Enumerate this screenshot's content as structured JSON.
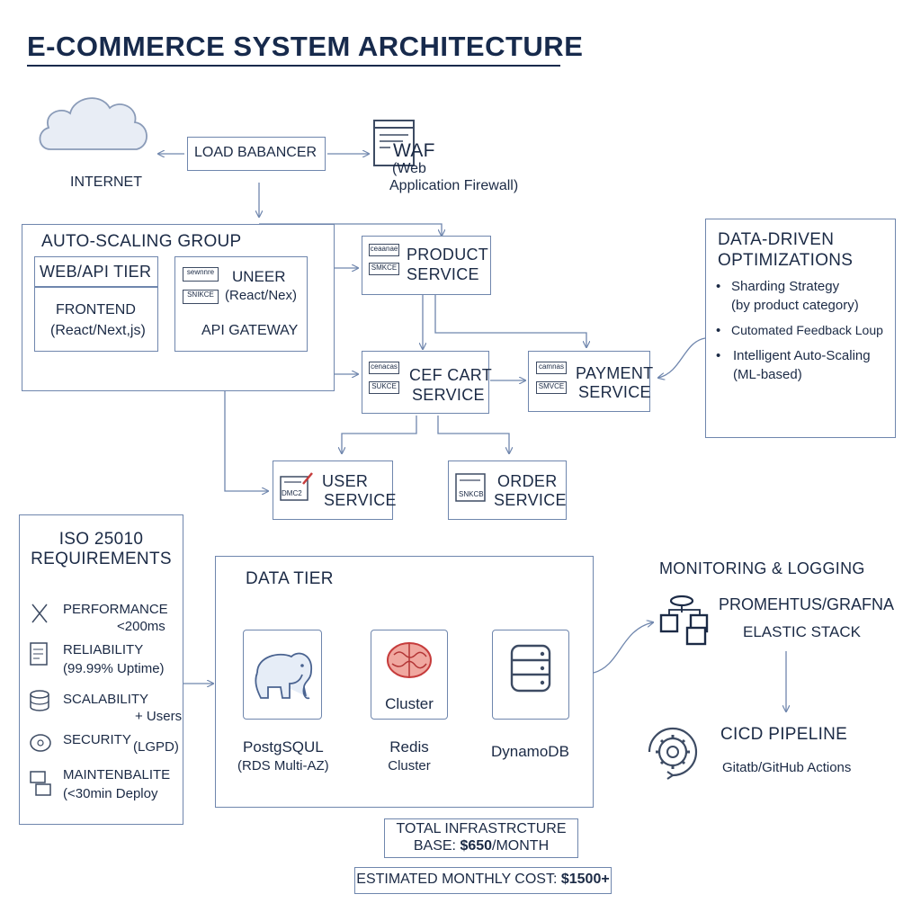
{
  "title": "E-COMMERCE SYSTEM ARCHITECTURE",
  "internet": "INTERNET",
  "load_balancer": "LOAD BABANCER",
  "waf": {
    "title": "WAF",
    "line1": "(Web",
    "line2": "Application Firewall)"
  },
  "asg": {
    "label": "AUTO-SCALING GROUP"
  },
  "web_tier": {
    "title": "WEB/API TIER",
    "frontend": "FRONTEND",
    "frontend_sub": "(React/Next,js)"
  },
  "api_gateway": {
    "line1": "UNEER",
    "line2": "(React/Nex)",
    "line3": "API GATEWAY",
    "icon_top": "sewnnre",
    "icon_bottom": "SNIKCE"
  },
  "product_service": {
    "line1": "PRODUCT",
    "line2": "SERVICE",
    "icon_top": "ceaanae",
    "icon_bottom": "SMKCE"
  },
  "cart_service": {
    "line1": "CEF CART",
    "line2": "SERVICE",
    "icon_top": "cenacas",
    "icon_bottom": "SUKCE"
  },
  "payment_service": {
    "line1": "PAYMENT",
    "line2": "SERVICE",
    "icon_top": "camnas",
    "icon_bottom": "SMVCE"
  },
  "user_service": {
    "line1": "USER",
    "line2": "SERVICE",
    "icon_bottom": "DMC2"
  },
  "order_service": {
    "line1": "ORDER",
    "line2": "SERVICE",
    "icon_bottom": "SNKCB"
  },
  "data_driven": {
    "title1": "DATA-DRIVEN",
    "title2": "OPTIMIZATIONS",
    "items": [
      "Sharding Strategy",
      "(by product category)",
      "Cutomated Feedback Loup",
      "Intelligent Auto-Scaling",
      "(ML-based)"
    ]
  },
  "iso": {
    "title1": "ISO 25010",
    "title2": "REQUIREMENTS",
    "items": [
      {
        "label": "PERFORMANCE",
        "detail": "<200ms",
        "icon": "performance-icon"
      },
      {
        "label": "RELIABILITY",
        "detail": "(99.99% Uptime)",
        "icon": "document-icon"
      },
      {
        "label": "SCALABILITY",
        "detail": "+ Users",
        "icon": "database-stack-icon"
      },
      {
        "label": "SECURITY",
        "detail": "(LGPD)",
        "icon": "security-icon"
      },
      {
        "label": "MAINTENBALITE",
        "detail": "(<30min Deploy",
        "icon": "deploy-icon"
      }
    ]
  },
  "data_tier": {
    "title": "DATA TIER",
    "redis_box_label": "Cluster",
    "postgres_line1": "PostgSQUL",
    "postgres_line2": "(RDS Multi-AZ)",
    "redis_line1": "Redis",
    "redis_line2": "Cluster",
    "dynamo": "DynamoDB"
  },
  "monitoring": {
    "title": "MONITORING & LOGGING",
    "line1": "PROMEHTUS/GRAFNA",
    "line2": "ELASTIC STACK"
  },
  "cicd": {
    "title": "CICD PIPELINE",
    "sub": "Gitatb/GitHub Actions"
  },
  "cost": {
    "total_line1": "TOTAL INFRASTRCTURE",
    "total_line2_prefix": "BASE: ",
    "total_line2_value": "$650",
    "total_line2_suffix": "/MONTH",
    "estimated_prefix": "ESTIMATED MONTHLY COST: ",
    "estimated_value": "$1500+"
  },
  "colors": {
    "line": "#6f86ad",
    "text": "#1b2a45",
    "accent_red": "#c63c3c"
  }
}
